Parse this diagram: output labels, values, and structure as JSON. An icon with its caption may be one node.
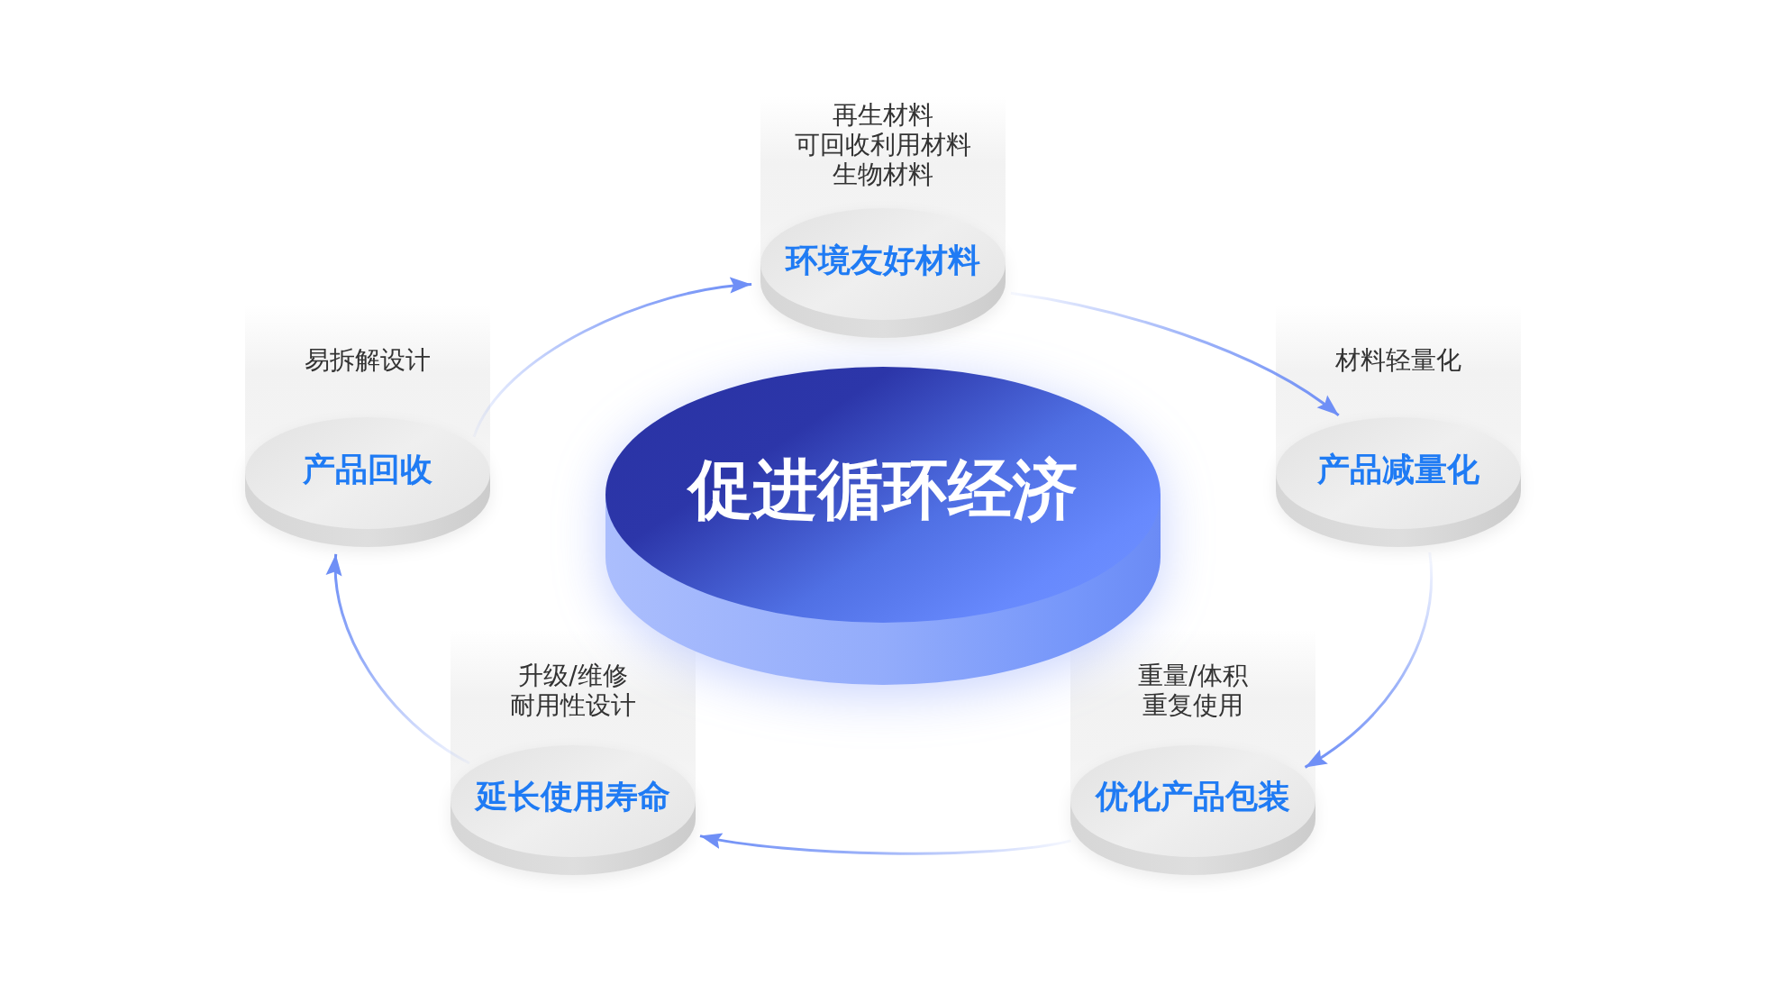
{
  "diagram": {
    "nodes": [
      {
        "text": [
          "促进循环经济"
        ]
      },
      {
        "text": [
          "环境友好材料"
        ],
        "beside": [
          "再生材料",
          "可回收利用材料",
          "生物材料"
        ]
      },
      {
        "text": [
          "产品减量化"
        ],
        "beside": [
          "材料轻量化"
        ]
      },
      {
        "text": [
          "优化产品包装"
        ],
        "beside": [
          "重量/体积",
          "重复使用"
        ]
      },
      {
        "text": [
          "延长使用寿命"
        ],
        "beside": [
          "升级/维修",
          "耐用性设计"
        ]
      },
      {
        "text": [
          "产品回收"
        ],
        "beside": [
          "易拆解设计"
        ]
      }
    ],
    "edges": [
      {
        "from": 1,
        "to": 2,
        "arrow": "to"
      },
      {
        "from": 2,
        "to": 3,
        "arrow": "to"
      },
      {
        "from": 3,
        "to": 4,
        "arrow": "to"
      },
      {
        "from": 4,
        "to": 5,
        "arrow": "to"
      },
      {
        "from": 5,
        "to": 1,
        "arrow": "to"
      }
    ]
  }
}
